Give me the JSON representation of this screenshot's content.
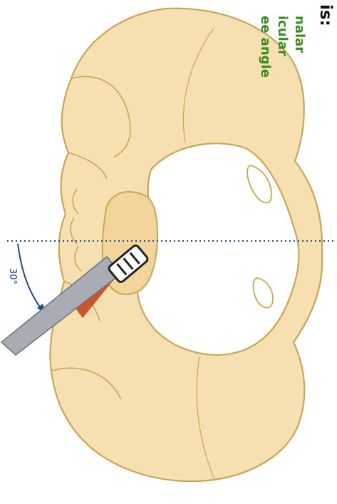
{
  "heading_fragment": "is:",
  "options": [
    "nalar",
    "icular",
    "ee angle"
  ],
  "angle_label": "30°",
  "colors": {
    "bone_fill": "#f6dfb0",
    "bone_outline": "#c9a657",
    "guide_line": "#1f4a8c",
    "option_text": "#3a8c1f",
    "instrument": "#a9adb3",
    "cartilage": "#c8471c"
  }
}
